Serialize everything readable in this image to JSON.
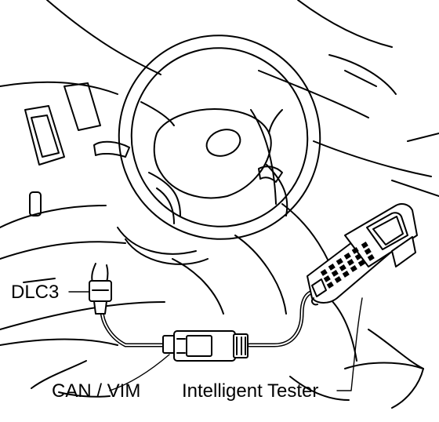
{
  "labels": {
    "dlc3": "DLC3",
    "can_vim": "CAN / VIM",
    "intelligent_tester": "Intelligent Tester"
  },
  "icons": {
    "steering_wheel": "steering-wheel-icon",
    "connector": "dlc3-connector-icon",
    "vim": "can-vim-module-icon",
    "tester": "intelligent-tester-icon"
  },
  "colors": {
    "ink": "#000000",
    "background": "#ffffff"
  }
}
